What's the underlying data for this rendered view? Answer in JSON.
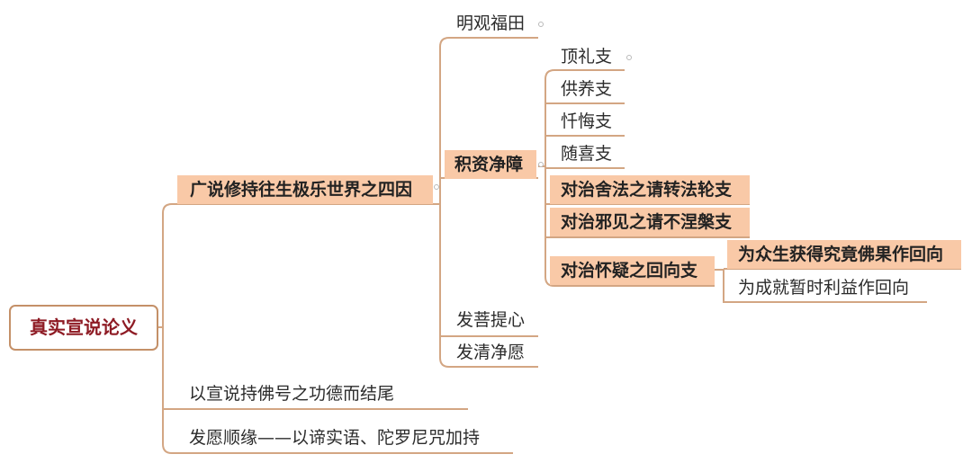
{
  "root": {
    "label": "真实宣说论义"
  },
  "level1": {
    "four_causes": "广说修持往生极乐世界之四因",
    "conclusion": "以宣说持佛号之功德而结尾",
    "dedication": "发愿顺缘——以谛实语、陀罗尼咒加持"
  },
  "causes": {
    "visualize": "明观福田",
    "accumulate": "积资净障",
    "bodhicitta": "发菩提心",
    "pure_aspiration": "发清净愿"
  },
  "branches": {
    "prostration": "顶礼支",
    "offering": "供养支",
    "confession": "忏悔支",
    "rejoicing": "随喜支",
    "request_turn_wheel": "对治舍法之请转法轮支",
    "request_remain": "对治邪见之请不涅槃支",
    "dedication_doubt": "对治怀疑之回向支"
  },
  "dedications": {
    "ultimate": "为众生获得究竟佛果作回向",
    "temporary": "为成就暂时利益作回向"
  },
  "colors": {
    "line": "#d3a683",
    "highlight": "#f9c9a7",
    "root_text": "#8e1b24"
  }
}
